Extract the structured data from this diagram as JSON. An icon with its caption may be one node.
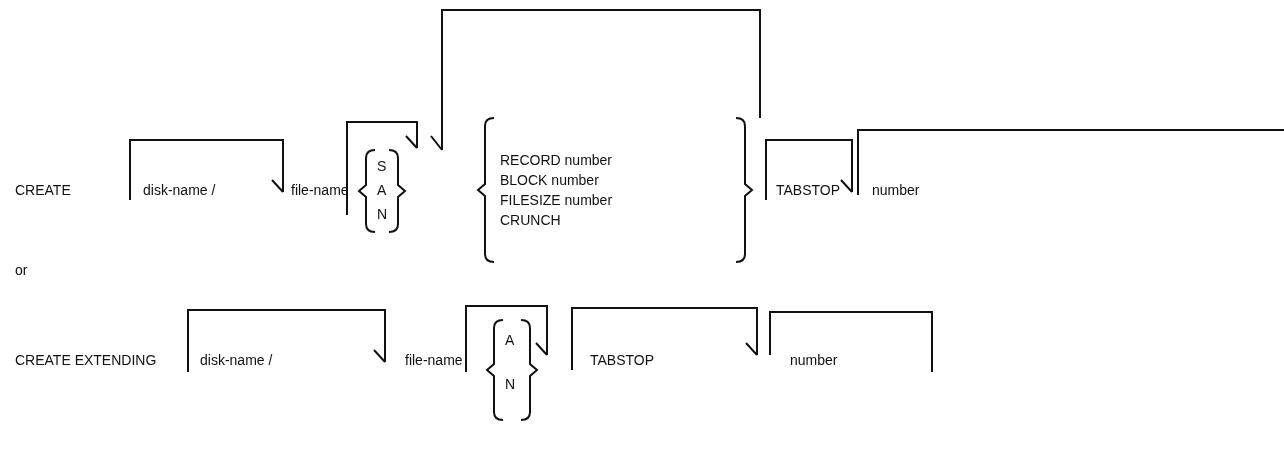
{
  "diagram": {
    "labels": [
      "CREATE",
      "disk-name /",
      "file-name",
      "S",
      "A",
      "N",
      "RECORD number",
      "BLOCK number",
      "FILESIZE number",
      "CRUNCH",
      "TABSTOP",
      "number",
      "or",
      "CREATE EXTENDING",
      "disk-name /",
      "file-name",
      "A",
      "N",
      "TABSTOP",
      "number"
    ]
  }
}
